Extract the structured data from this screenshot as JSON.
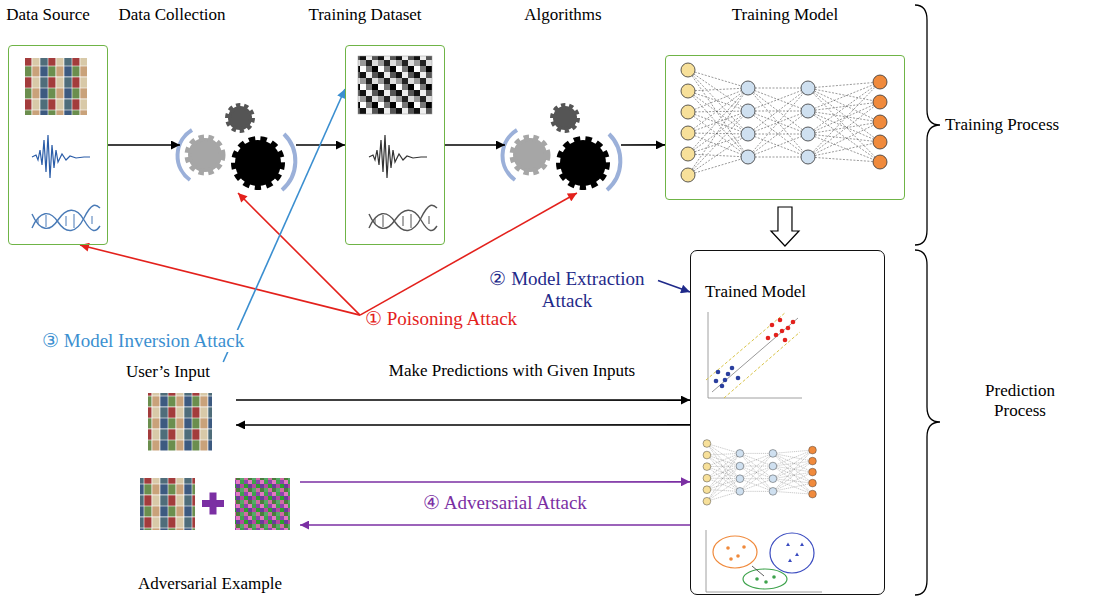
{
  "diagram": {
    "nodes": [
      {
        "text": [
          "Data Source"
        ]
      },
      {
        "text": [
          "Data Collection"
        ]
      },
      {
        "text": [
          "Training Dataset"
        ]
      },
      {
        "text": [
          "Algorithms"
        ]
      },
      {
        "text": [
          "Training Model"
        ]
      },
      {
        "text": [
          "② Model Extraction Attack"
        ]
      },
      {
        "text": [
          "Trained Model"
        ]
      },
      {
        "text": [
          "① Poisoning Attack"
        ]
      },
      {
        "text": [
          "User’s Input"
        ]
      },
      {
        "text": [
          "Adversarial Example"
        ]
      }
    ],
    "edges": [
      {
        "from": 0,
        "to": 1,
        "arrow": "to"
      },
      {
        "from": 1,
        "to": 2,
        "arrow": "to"
      },
      {
        "from": 2,
        "to": 3,
        "arrow": "to"
      },
      {
        "from": 3,
        "to": 4,
        "arrow": "to"
      },
      {
        "from": 4,
        "to": 6,
        "arrow": "to"
      },
      {
        "from": 5,
        "to": 6,
        "arrow": "to"
      },
      {
        "from": 7,
        "to": 0,
        "arrow": "to"
      },
      {
        "from": 7,
        "to": 1,
        "arrow": "to"
      },
      {
        "from": 7,
        "to": 3,
        "arrow": "to"
      },
      {
        "from": 8,
        "to": 2,
        "label": "③ Model Inversion Attack",
        "arrow": "to"
      },
      {
        "from": 8,
        "to": 6,
        "label": "Make Predictions with Given Inputs",
        "arrow": "to"
      },
      {
        "from": 6,
        "to": 8,
        "arrow": "to"
      },
      {
        "from": 9,
        "to": 6,
        "label": "④ Adversarial Attack",
        "arrow": "to"
      },
      {
        "from": 6,
        "to": 9,
        "arrow": "to"
      }
    ],
    "labels": [
      "Training Process",
      "Prediction Process"
    ]
  }
}
